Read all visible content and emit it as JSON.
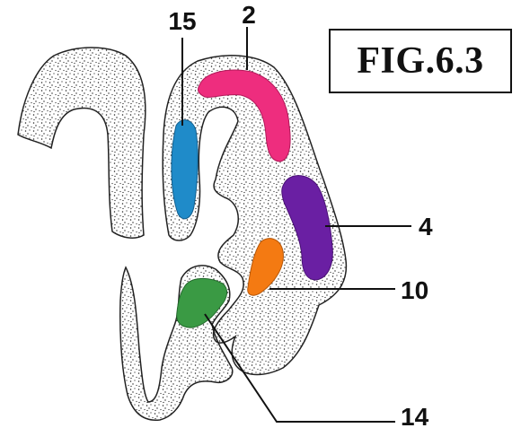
{
  "figure": {
    "title": "FIG.6.3",
    "labels": {
      "l15": "15",
      "l2": "2",
      "l4": "4",
      "l10": "10",
      "l14": "14"
    },
    "colors": {
      "pink_structure": "#ee2d7e",
      "blue_structure": "#1f8bc9",
      "purple_structure": "#6a1fa3",
      "orange_structure": "#f47a12",
      "green_structure": "#3a9a44",
      "tissue_stipple": "#222222"
    }
  }
}
